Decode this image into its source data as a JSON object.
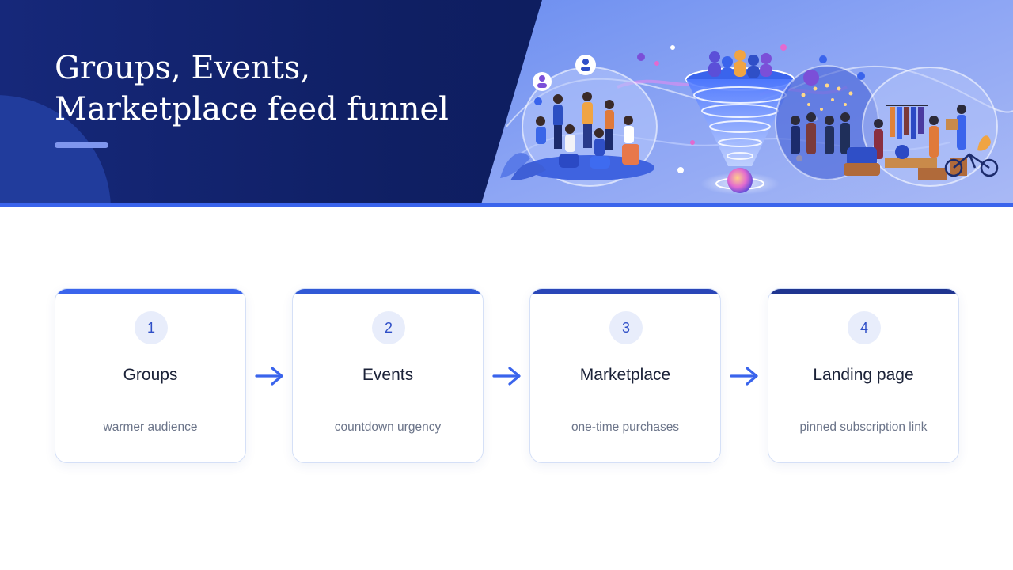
{
  "header": {
    "title_line1": "Groups, Events,",
    "title_line2": "Marketplace feed funnel"
  },
  "colors": {
    "header_bg": "#0f1f63",
    "accent": "#3a64ec",
    "step_topbars": [
      "#3a64ec",
      "#3159d6",
      "#2a46b8",
      "#1f3590"
    ]
  },
  "steps": [
    {
      "number": "1",
      "title": "Groups",
      "subtitle": "warmer audience"
    },
    {
      "number": "2",
      "title": "Events",
      "subtitle": "countdown urgency"
    },
    {
      "number": "3",
      "title": "Marketplace",
      "subtitle": "one-time purchases"
    },
    {
      "number": "4",
      "title": "Landing page",
      "subtitle": "pinned subscription link"
    }
  ],
  "icons": {
    "connector": "arrow-right-icon",
    "hero": "community-funnel-illustration"
  }
}
